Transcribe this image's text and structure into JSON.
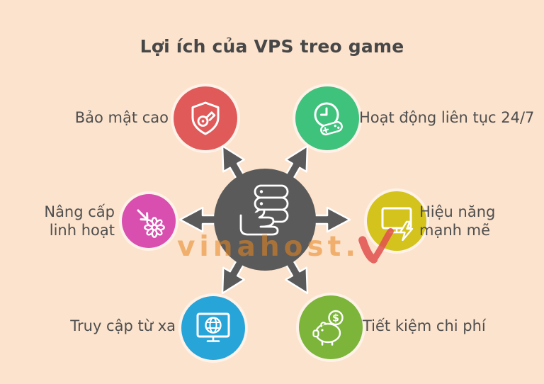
{
  "page": {
    "background_color": "#fce3cd",
    "text_color": "#4e4e4e"
  },
  "title": "Lợi ích của VPS treo game",
  "center": {
    "icon": "hand-holding-server-icon",
    "color": "#5a5a5a",
    "arrow_count": 6
  },
  "watermark": {
    "text": "vinahost.",
    "mark": "V",
    "text_color": "#e8861f",
    "mark_color": "#e2504e"
  },
  "benefits": [
    {
      "label": "Bảo mật cao",
      "icon": "shield-key-icon",
      "color": "#e15a5a",
      "position": "top-left"
    },
    {
      "label": "Hoạt động liên tục 24/7",
      "icon": "clock-gamepad-icon",
      "color": "#3ec27c",
      "position": "top-right"
    },
    {
      "label": "Nâng cấp linh hoạt",
      "icon": "arrow-asterisk-icon",
      "color": "#d94fb0",
      "position": "middle-left"
    },
    {
      "label": "Hiệu năng mạnh mẽ",
      "icon": "monitor-bolt-icon",
      "color": "#d3c31c",
      "position": "middle-right"
    },
    {
      "label": "Truy cập từ xa",
      "icon": "monitor-globe-icon",
      "color": "#27a4d8",
      "position": "bottom-left"
    },
    {
      "label": "Tiết kiệm chi phí",
      "icon": "piggy-bank-icon",
      "color": "#7cb53a",
      "position": "bottom-right"
    }
  ]
}
